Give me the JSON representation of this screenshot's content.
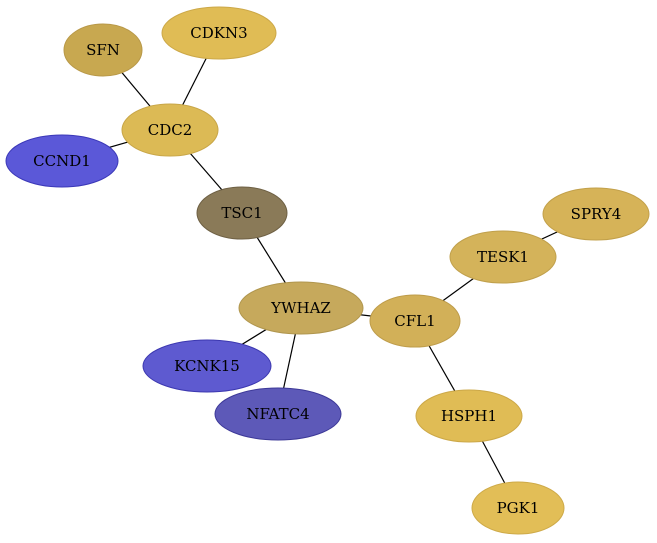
{
  "nodes": [
    {
      "id": "SFN",
      "label": "SFN",
      "color": "#c8a850",
      "stroke": "#b89848"
    },
    {
      "id": "CDKN3",
      "label": "CDKN3",
      "color": "#e0bc55",
      "stroke": "#cca848"
    },
    {
      "id": "CDC2",
      "label": "CDC2",
      "color": "#dcba55",
      "stroke": "#c8a648"
    },
    {
      "id": "CCND1",
      "label": "CCND1",
      "color": "#5b58d8",
      "stroke": "#3b38b8"
    },
    {
      "id": "TSC1",
      "label": "TSC1",
      "color": "#8a7a58",
      "stroke": "#6e6044"
    },
    {
      "id": "SPRY4",
      "label": "SPRY4",
      "color": "#d6b358",
      "stroke": "#c2a04a"
    },
    {
      "id": "TESK1",
      "label": "TESK1",
      "color": "#d4b35a",
      "stroke": "#c0a04c"
    },
    {
      "id": "YWHAZ",
      "label": "YWHAZ",
      "color": "#c6a95c",
      "stroke": "#b0964e"
    },
    {
      "id": "CFL1",
      "label": "CFL1",
      "color": "#d2b058",
      "stroke": "#be9c4a"
    },
    {
      "id": "KCNK15",
      "label": "KCNK15",
      "color": "#5e5ad0",
      "stroke": "#3c38b0"
    },
    {
      "id": "NFATC4",
      "label": "NFATC4",
      "color": "#5d59b8",
      "stroke": "#3d3998"
    },
    {
      "id": "HSPH1",
      "label": "HSPH1",
      "color": "#e0bc55",
      "stroke": "#cca848"
    },
    {
      "id": "PGK1",
      "label": "PGK1",
      "color": "#e2be57",
      "stroke": "#ceaa48"
    }
  ],
  "edges": [
    {
      "from": "SFN",
      "to": "CDC2"
    },
    {
      "from": "CDKN3",
      "to": "CDC2"
    },
    {
      "from": "CDC2",
      "to": "CCND1"
    },
    {
      "from": "CDC2",
      "to": "TSC1"
    },
    {
      "from": "TSC1",
      "to": "YWHAZ"
    },
    {
      "from": "YWHAZ",
      "to": "KCNK15"
    },
    {
      "from": "YWHAZ",
      "to": "NFATC4"
    },
    {
      "from": "YWHAZ",
      "to": "CFL1"
    },
    {
      "from": "CFL1",
      "to": "TESK1"
    },
    {
      "from": "TESK1",
      "to": "SPRY4"
    },
    {
      "from": "CFL1",
      "to": "HSPH1"
    },
    {
      "from": "HSPH1",
      "to": "PGK1"
    }
  ]
}
